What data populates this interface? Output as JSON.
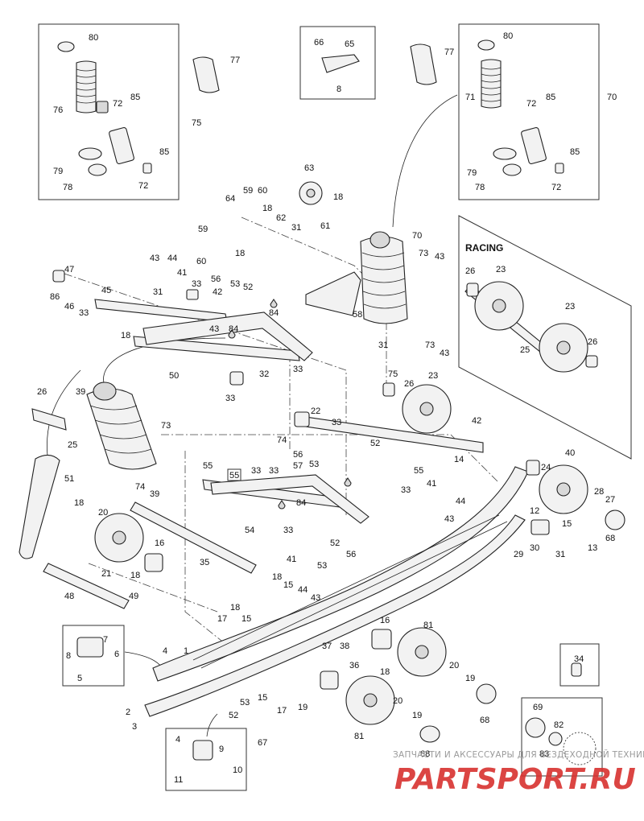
{
  "diagram": {
    "callouts": [
      "80",
      "77",
      "66",
      "65",
      "8",
      "77",
      "80",
      "76",
      "72",
      "85",
      "75",
      "71",
      "72",
      "85",
      "70",
      "85",
      "79",
      "78",
      "72",
      "85",
      "79",
      "78",
      "72",
      "63",
      "64",
      "59",
      "60",
      "18",
      "62",
      "18",
      "31",
      "61",
      "59",
      "60",
      "18",
      "70",
      "73",
      "43",
      "47",
      "43",
      "44",
      "41",
      "33",
      "56",
      "53",
      "52",
      "86",
      "46",
      "33",
      "45",
      "31",
      "42",
      "84",
      "58",
      "18",
      "43",
      "84",
      "31",
      "73",
      "43",
      "33",
      "32",
      "50",
      "33",
      "26",
      "23",
      "26",
      "23",
      "25",
      "23",
      "26",
      "39",
      "73",
      "75",
      "26",
      "22",
      "33",
      "42",
      "25",
      "74",
      "56",
      "53",
      "52",
      "57",
      "55",
      "33",
      "33",
      "55",
      "41",
      "84",
      "33",
      "74",
      "39",
      "51",
      "18",
      "20",
      "54",
      "33",
      "52",
      "56",
      "53",
      "16",
      "18",
      "21",
      "35",
      "48",
      "49",
      "41",
      "44",
      "18",
      "15",
      "43",
      "18",
      "17",
      "15",
      "7",
      "8",
      "6",
      "5",
      "4",
      "1",
      "37",
      "38",
      "2",
      "3",
      "53",
      "52",
      "15",
      "17",
      "19",
      "67",
      "4",
      "9",
      "11",
      "10",
      "16",
      "36",
      "18",
      "81",
      "20",
      "19",
      "68",
      "20",
      "19",
      "81",
      "68",
      "14",
      "24",
      "40",
      "28",
      "27",
      "12",
      "15",
      "13",
      "68",
      "29",
      "31",
      "30",
      "43",
      "44",
      "34",
      "69",
      "82",
      "83"
    ],
    "section_labels": {
      "racing": "RACING",
      "boxed_55": "55"
    },
    "watermark": {
      "line1": "ЗАПЧАСТИ И АКСЕССУАРЫ ДЛЯ ВЕЗДЕХОДНОЙ ТЕХНИКИ",
      "line2": "PARTSPORT.RU"
    }
  },
  "colors": {
    "line": "#222222",
    "shade": "#d9d9d9",
    "watermark_red": "#d8312f",
    "watermark_grey": "#9a9a9a"
  }
}
